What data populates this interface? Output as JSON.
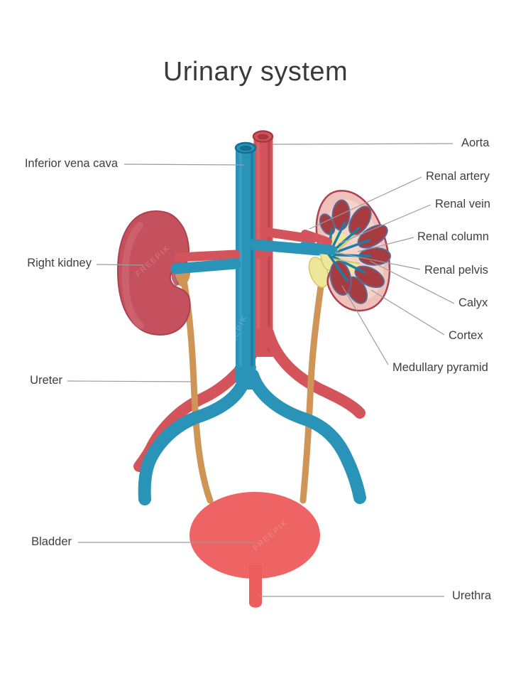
{
  "title": "Urinary system",
  "watermark": "FREEPIK",
  "labels": {
    "inferior_vena_cava": "Inferior vena cava",
    "right_kidney": "Right kidney",
    "ureter": "Ureter",
    "bladder": "Bladder",
    "aorta": "Aorta",
    "renal_artery": "Renal artery",
    "renal_vein": "Renal vein",
    "renal_column": "Renal column",
    "renal_pelvis": "Renal pelvis",
    "calyx": "Calyx",
    "cortex": "Cortex",
    "medullary_pyramid": "Medullary pyramid",
    "urethra": "Urethra"
  },
  "colors": {
    "artery-red": "#d4545b",
    "artery-red-dark": "#a8383f",
    "artery-red-light": "#dd6b72",
    "vein-blue": "#2a94b8",
    "vein-blue-dark": "#176d90",
    "vein-blue-light": "#43a6c8",
    "kidney-red": "#c4515d",
    "kidney-red-dark": "#ad4150",
    "kidney-highlight": "#d4707a",
    "ureter-tan": "#cf9556",
    "bladder-red": "#ee6363",
    "urethra-red": "#ed5d5d",
    "cortex-pink": "#f0c0ba",
    "cortex-pink-light": "#f5d2ca",
    "pyramid-red": "#a63c3f",
    "pyramid-outline": "#5c6b95",
    "pelvis-yellow": "#ece79b",
    "pelvis-yellow-dark": "#d5c768",
    "fan-blue": "#1f7da5",
    "fan-green": "#b9c96a",
    "label-text": "#3f3f3f",
    "leader-line": "#9c9c9c"
  }
}
